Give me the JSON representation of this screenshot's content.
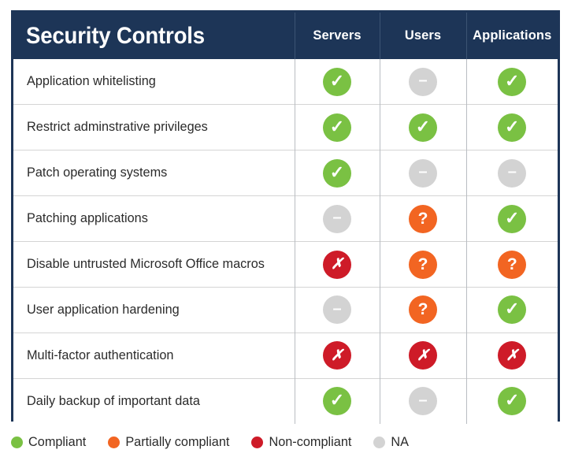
{
  "table": {
    "title": "Security Controls",
    "columns": [
      {
        "key": "servers",
        "label": "Servers"
      },
      {
        "key": "users",
        "label": "Users"
      },
      {
        "key": "applications",
        "label": "Applications"
      }
    ],
    "rows": [
      {
        "control": "Application whitelisting",
        "servers": "compliant",
        "users": "na",
        "applications": "compliant"
      },
      {
        "control": "Restrict adminstrative privileges",
        "servers": "compliant",
        "users": "compliant",
        "applications": "compliant"
      },
      {
        "control": "Patch operating systems",
        "servers": "compliant",
        "users": "na",
        "applications": "na"
      },
      {
        "control": "Patching applications",
        "servers": "na",
        "users": "partial",
        "applications": "compliant"
      },
      {
        "control": "Disable untrusted Microsoft Office macros",
        "servers": "noncompliant",
        "users": "partial",
        "applications": "partial"
      },
      {
        "control": "User application hardening",
        "servers": "na",
        "users": "partial",
        "applications": "compliant"
      },
      {
        "control": "Multi-factor authentication",
        "servers": "noncompliant",
        "users": "noncompliant",
        "applications": "noncompliant"
      },
      {
        "control": "Daily backup of important data",
        "servers": "compliant",
        "users": "na",
        "applications": "compliant"
      }
    ]
  },
  "statuses": {
    "compliant": {
      "name": "check-icon",
      "glyph": "✓",
      "color": "#7ac143",
      "legend": "Compliant"
    },
    "partial": {
      "name": "question-icon",
      "glyph": "?",
      "color": "#f26522",
      "legend": "Partially compliant"
    },
    "noncompliant": {
      "name": "cross-icon",
      "glyph": "✗",
      "color": "#ce1b28",
      "legend": "Non-compliant"
    },
    "na": {
      "name": "dash-icon",
      "glyph": "–",
      "color": "#d3d3d3",
      "legend": "NA"
    }
  },
  "legend": {
    "items": [
      {
        "status": "compliant",
        "label": "Compliant",
        "color": "#7ac143"
      },
      {
        "status": "partial",
        "label": "Partially compliant",
        "color": "#f26522"
      },
      {
        "status": "noncompliant",
        "label": "Non-compliant",
        "color": "#ce1b28"
      },
      {
        "status": "na",
        "label": "NA",
        "color": "#d3d3d3"
      }
    ]
  },
  "theme": {
    "header_background": "#1d3557",
    "header_text": "#ffffff",
    "body_text": "#2b2b2b",
    "grid_line": "#b9bdc2",
    "border": "#1d3557"
  }
}
